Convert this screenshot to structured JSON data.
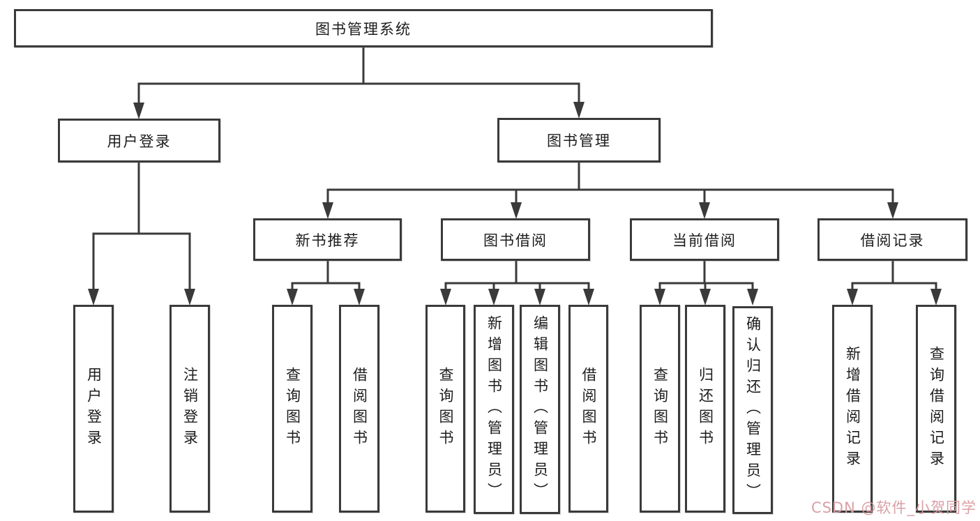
{
  "diagram_type": "hierarchy-tree",
  "tree": {
    "root": "图书管理系统",
    "user_login": {
      "label": "用户登录",
      "children": [
        "用户登录",
        "注销登录"
      ]
    },
    "book_management": {
      "label": "图书管理",
      "sections": {
        "new_book_recommend": {
          "label": "新书推荐",
          "children": [
            "查询图书",
            "借阅图书"
          ]
        },
        "book_borrowing": {
          "label": "图书借阅",
          "children": [
            "查询图书",
            "新增图书（管理员）",
            "编辑图书（管理员）",
            "借阅图书"
          ]
        },
        "current_borrowing": {
          "label": "当前借阅",
          "children": [
            "查询图书",
            "归还图书",
            "确认归还（管理员）"
          ]
        },
        "borrowing_records": {
          "label": "借阅记录",
          "children": [
            "新增借阅记录",
            "查询借阅记录"
          ]
        }
      }
    }
  },
  "watermark": {
    "text": "CSDN @软件_小贺同学",
    "color": "#d99ba1"
  },
  "colors": {
    "line": "#3a3a3a",
    "box_border": "#3a3a3a",
    "box_fill": "#ffffff",
    "text": "#1c1c1c",
    "background": "#ffffff"
  }
}
